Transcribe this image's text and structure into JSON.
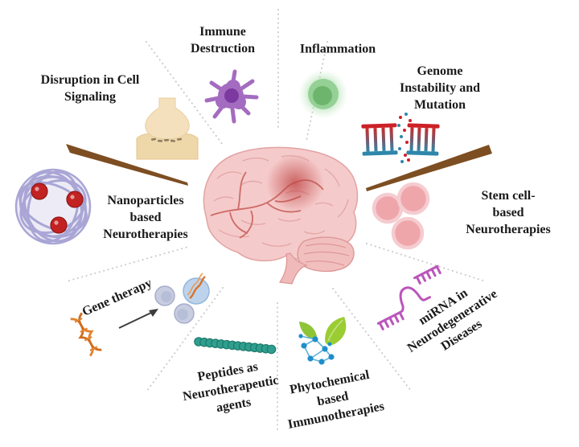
{
  "figure": {
    "type": "radial-biology-diagram",
    "center_icon": "brain",
    "labels": {
      "immune_destruction": "Immune\nDestruction",
      "inflammation": "Inflammation",
      "genome_instability": "Genome\nInstability and\nMutation",
      "disruption_cell_signaling": "Disruption in Cell\nSignaling",
      "nanoparticles": "Nanoparticles\nbased\nNeurotherapies",
      "stem_cell": "Stem cell-based\nNeurotherapies",
      "gene_therapy": "Gene therapy",
      "peptides": "Peptides as\nNeurotherapeutic\nagents",
      "phytochemical": "Phytochemical\nbased\nImmunotherapies",
      "mirna": "miRNA in\nNeurodegenerative\nDiseases"
    },
    "icons": {
      "brain": "pink lateral brain with red lesion spot",
      "microglia": "purple spiky immune cell",
      "inflamed_cell": "glowing green cell",
      "damaged_dna": "broken DNA ladder with fragments",
      "synapse": "beige synaptic terminal",
      "nanoparticle": "lavender polymer sphere with red drug cores",
      "stem_cells": "three pink round cells",
      "mirna_hairpin": "magenta RNA hairpin comb",
      "phytochemical": "green leaves with blue molecule network",
      "peptide_chain": "teal bead chain",
      "dna_helix": "orange double helix",
      "transfected_cells": "blue-grey cells receiving DNA",
      "pointer_wedges": "two brown tapered pointers",
      "sector_dividers": "grey dotted spokes"
    },
    "colors": {
      "text": "#1a1a1a",
      "divider": "#c8c8c8",
      "wedge_brown": "#7d4e22",
      "cell_purple": "#a46cc0",
      "nucleus_purple": "#7c3aa0",
      "glow_green": "#6db56d",
      "dna_red": "#cc2127",
      "dna_blue": "#2e86ab",
      "synapse_beige": "#f4e0bd",
      "nano_lavender": "#a9a6d6",
      "nano_core_red": "#c32222",
      "stem_pink": "#efa6ab",
      "stem_rim": "#f5ccd0",
      "mirna_magenta": "#bb55bb",
      "leaf_green": "#96c93d",
      "molecule_blue": "#1f8fca",
      "peptide_teal": "#2f9e8e",
      "helix_orange": "#e0822f",
      "cell_blue": "#bdd3ec",
      "brain_pink": "#f5caca",
      "brain_line": "#dc9c9c",
      "artery_red": "#cd6a66",
      "lesion_red": "#c14949"
    }
  }
}
